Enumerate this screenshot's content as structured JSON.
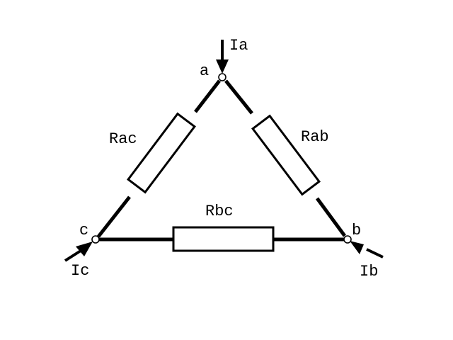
{
  "nodes": {
    "a": "a",
    "b": "b",
    "c": "c"
  },
  "resistors": {
    "ab": "Rab",
    "ac": "Rac",
    "bc": "Rbc"
  },
  "currents": {
    "a": "Ia",
    "b": "Ib",
    "c": "Ic"
  },
  "colors": {
    "stroke": "#000000",
    "background": "#ffffff"
  }
}
